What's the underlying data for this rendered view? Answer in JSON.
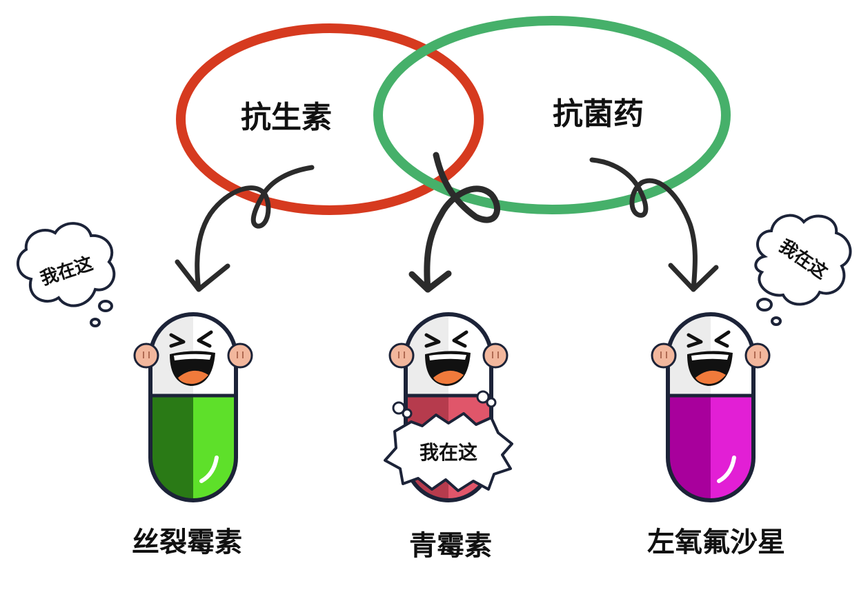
{
  "sets": {
    "left": {
      "label": "抗生素",
      "color": "#d63a1f"
    },
    "right": {
      "label": "抗菌药",
      "color": "#46b06a"
    }
  },
  "pills": [
    {
      "label": "丝裂霉素",
      "top_color": "#ffffff",
      "bottom_dark": "#2a7a16",
      "bottom_light": "#5ee02a",
      "callout": "我在这",
      "callout_style": "thought-bubble-left"
    },
    {
      "label": "青霉素",
      "top_color": "#ffffff",
      "bottom_dark": "#b63b4d",
      "bottom_light": "#e0566a",
      "callout": "我在这",
      "callout_style": "burst-badge"
    },
    {
      "label": "左氧氟沙星",
      "top_color": "#ffffff",
      "bottom_dark": "#a8009c",
      "bottom_light": "#e21fd5",
      "callout": "我在这",
      "callout_style": "thought-bubble-right"
    }
  ],
  "colors": {
    "outline": "#1c2338",
    "arrow": "#2b2b2b",
    "cheek": "#f2b79d",
    "mouth": "#111111",
    "tongue": "#f07a3b"
  }
}
